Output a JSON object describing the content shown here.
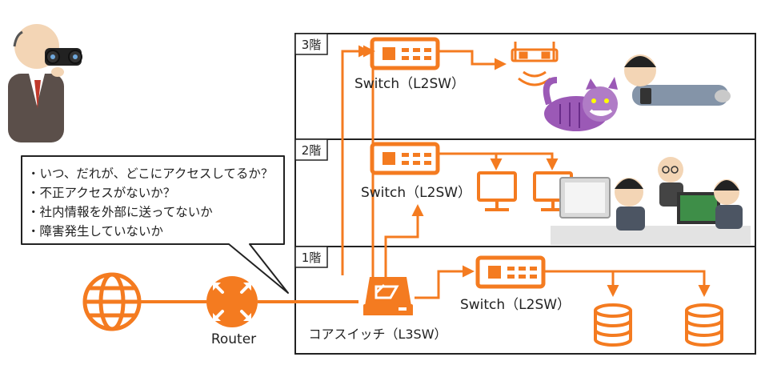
{
  "floors": {
    "f3": {
      "label": "3階"
    },
    "f2": {
      "label": "2階"
    },
    "f1": {
      "label": "1階"
    }
  },
  "devices": {
    "switch_3f": "Switch（L2SW）",
    "switch_2f": "Switch（L2SW）",
    "switch_1f": "Switch（L2SW）",
    "core_switch": "コアスイッチ（L3SW）",
    "router": "Router"
  },
  "monitoring_callout": {
    "lines": [
      "・いつ、だれが、どこにアクセスしてるか？",
      "・不正アクセスがないか？",
      "・社内情報を外部に送ってないか",
      "・障害発生していないか"
    ]
  },
  "colors": {
    "accent": "#F47B20",
    "border": "#222222",
    "floor_bg": "#ffffff"
  },
  "icons": [
    "internet-globe-icon",
    "router-icon",
    "core-switch-icon",
    "l2-switch-icon",
    "wifi-ap-icon",
    "monitor-icon",
    "database-icon",
    "observer-with-binoculars-illustration",
    "cat-illustration",
    "employee-lying-with-phone-illustration",
    "office-workers-illustration"
  ]
}
